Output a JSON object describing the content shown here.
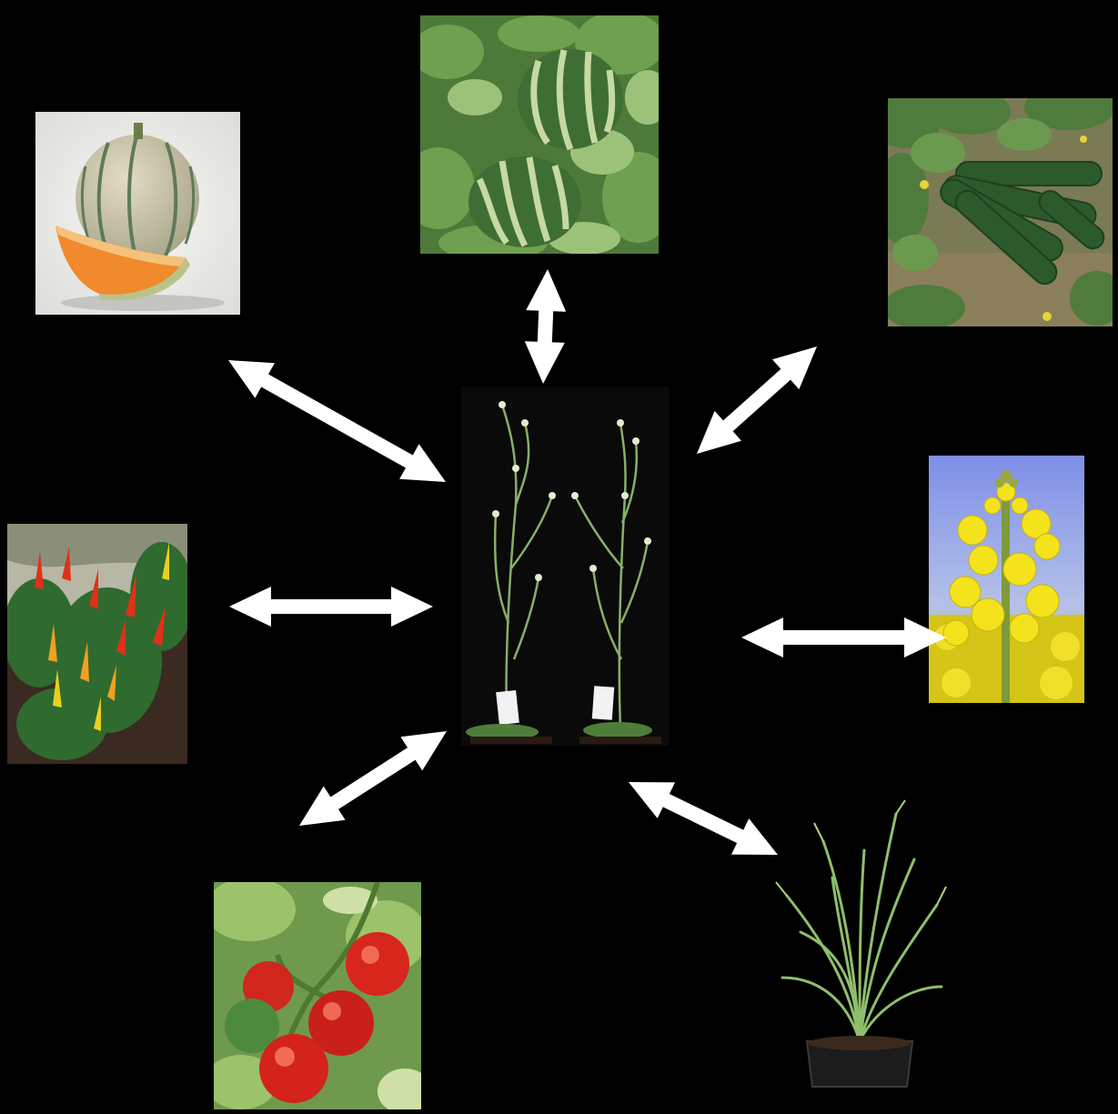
{
  "background_color": "#000000",
  "arrow_color": "#ffffff",
  "center": {
    "icon": "arabidopsis-plants-photo"
  },
  "photos": [
    {
      "name": "melon",
      "icon": "melon-photo"
    },
    {
      "name": "watermelon",
      "icon": "watermelon-photo"
    },
    {
      "name": "cucumber",
      "icon": "cucumber-photo"
    },
    {
      "name": "rapeseed",
      "icon": "rapeseed-flower-photo"
    },
    {
      "name": "grass",
      "icon": "grass-pot-photo"
    },
    {
      "name": "tomato",
      "icon": "tomato-photo"
    },
    {
      "name": "pepper",
      "icon": "chili-pepper-photo"
    }
  ]
}
